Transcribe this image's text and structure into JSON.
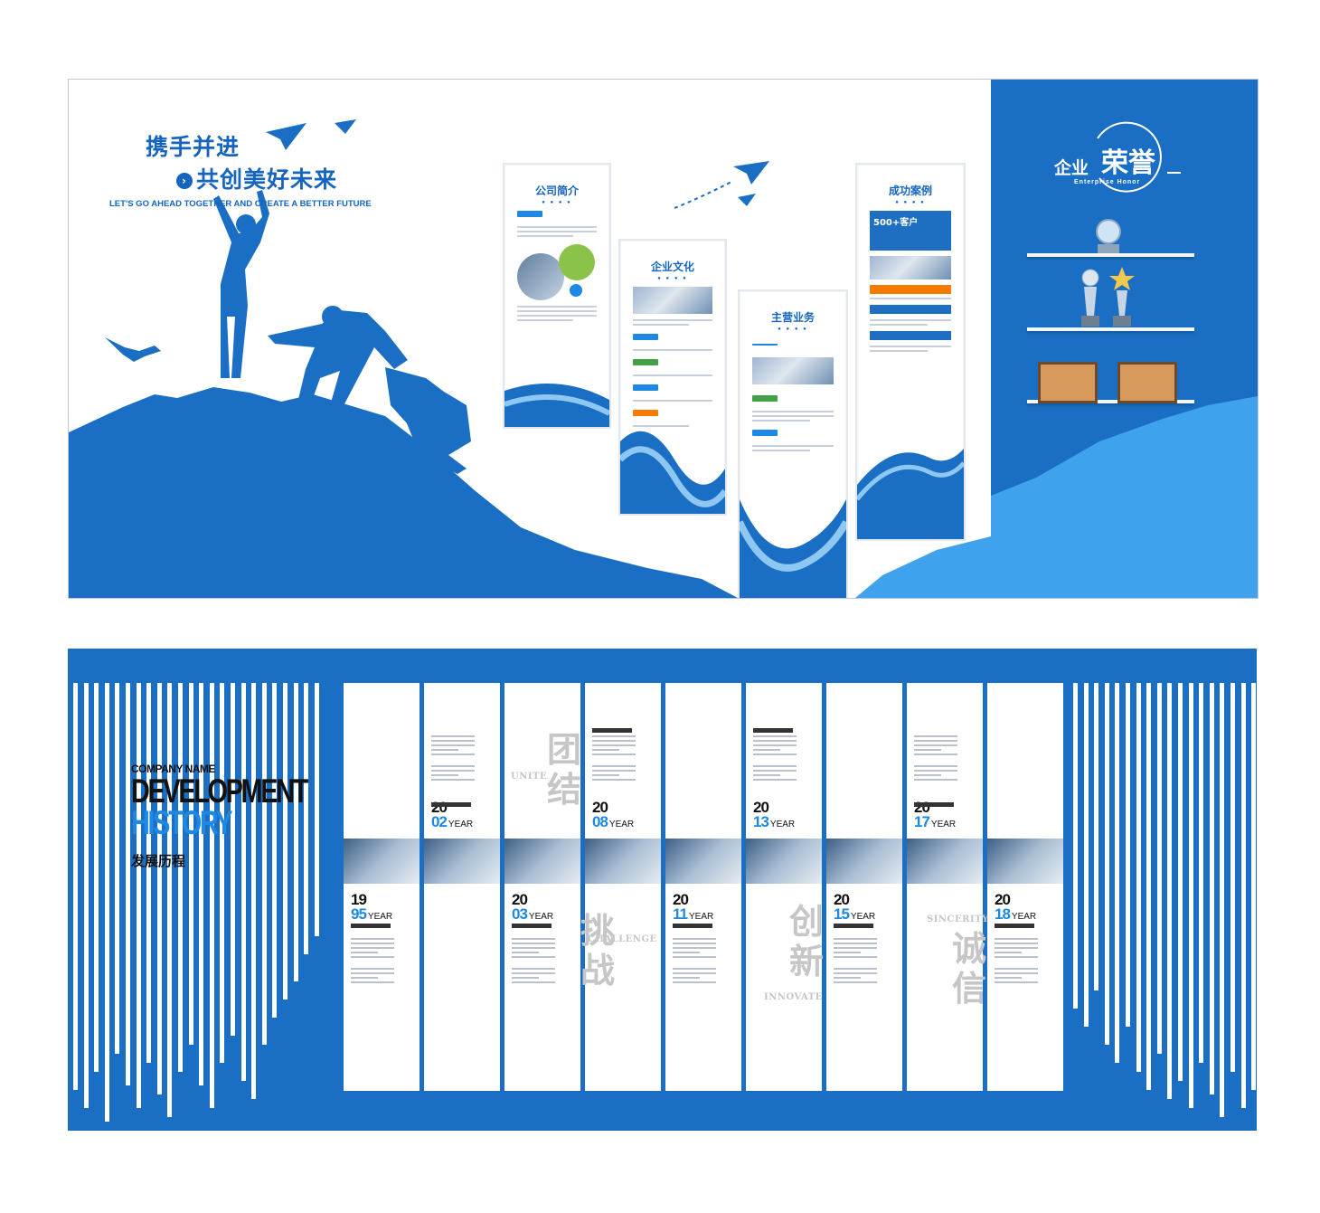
{
  "top_wall": {
    "slogan_line1": "携手并进",
    "slogan_line2": "共创美好未来",
    "slogan_arrow": "›",
    "slogan_en": "LET'S GO AHEAD TOGETHER AND CREATE A BETTER FUTURE",
    "panels": {
      "company_intro": {
        "title": "公司简介"
      },
      "culture": {
        "title": "企业文化"
      },
      "business": {
        "title": "主营业务"
      },
      "cases": {
        "title": "成功案例",
        "highlight": "500+客户"
      }
    },
    "honor": {
      "cn_1": "企业",
      "cn_2": "荣誉",
      "en": "Enterprise Honor"
    }
  },
  "bottom_wall": {
    "company": "COMPANY NAME",
    "title_1": "DEVELOPMENT",
    "title_2": "HISTORY",
    "title_cn": "发展历程",
    "year_suffix": "YEAR",
    "years": [
      {
        "top": "19",
        "bottom": "95"
      },
      {
        "top": "20",
        "bottom": "02"
      },
      {
        "top": "20",
        "bottom": "03"
      },
      {
        "top": "20",
        "bottom": "08"
      },
      {
        "top": "20",
        "bottom": "11"
      },
      {
        "top": "20",
        "bottom": "13"
      },
      {
        "top": "20",
        "bottom": "15"
      },
      {
        "top": "20",
        "bottom": "17"
      },
      {
        "top": "20",
        "bottom": "18"
      }
    ],
    "values": [
      {
        "cn": "团结",
        "en": "UNITE"
      },
      {
        "cn": "挑战",
        "en": "CHALLENGE"
      },
      {
        "cn": "创新",
        "en": "INNOVATE"
      },
      {
        "cn": "诚信",
        "en": "SINCERITY"
      }
    ]
  },
  "colors": {
    "primary": "#1a6fc4",
    "accent": "#1e88e5",
    "light_blue": "#3fa2ec"
  }
}
